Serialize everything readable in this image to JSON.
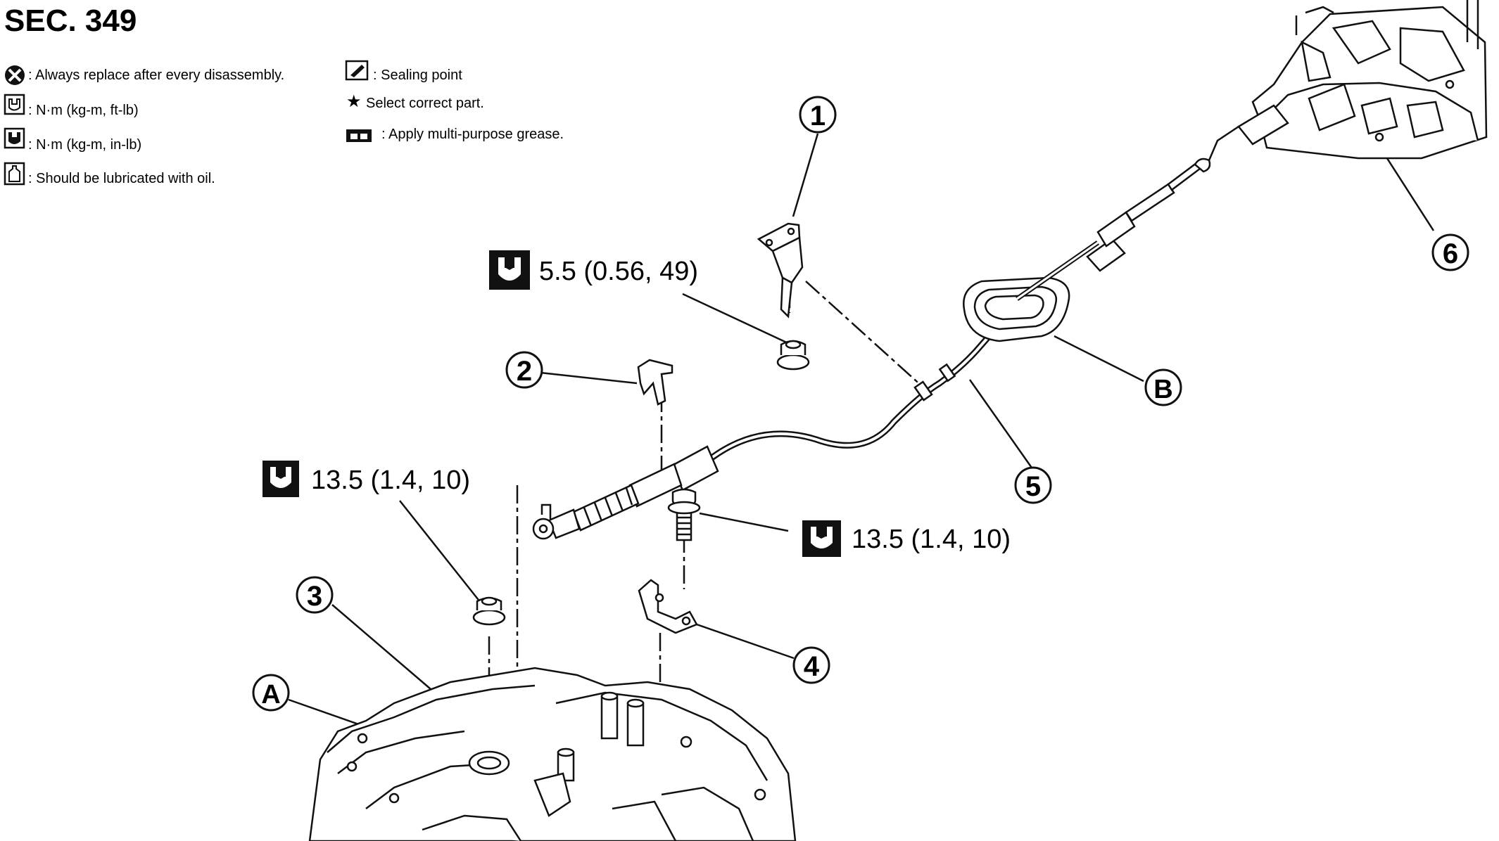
{
  "section_title": "SEC. 349",
  "legend": {
    "col1": [
      {
        "icon": "always-replace-icon",
        "text": ": Always replace after every disassembly."
      },
      {
        "icon": "torque-wrench-ftlb-icon",
        "text": ": N·m (kg-m, ft-lb)"
      },
      {
        "icon": "torque-wrench-inlb-icon",
        "text": ": N·m (kg-m, in-lb)"
      },
      {
        "icon": "oil-can-icon",
        "text": ": Should be lubricated with oil."
      }
    ],
    "col2": [
      {
        "icon": "sealing-point-icon",
        "text": ": Sealing point"
      },
      {
        "icon": "star-icon",
        "text": "Select correct part."
      },
      {
        "icon": "grease-icon",
        "text": ": Apply multi-purpose grease."
      }
    ]
  },
  "torque_specs": {
    "t1": "5.5 (0.56, 49)",
    "t2": "13.5 (1.4, 10)",
    "t3": "13.5 (1.4, 10)"
  },
  "callouts": {
    "c1": "1",
    "c2": "2",
    "c3": "3",
    "c4": "4",
    "c5": "5",
    "c6": "6",
    "cA": "A",
    "cB": "B"
  }
}
